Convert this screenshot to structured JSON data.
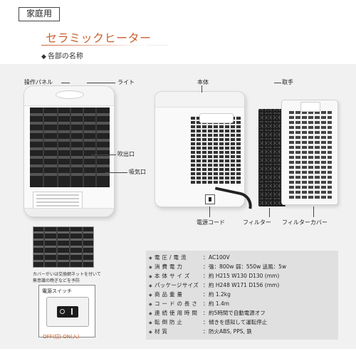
{
  "header": {
    "tag": "家庭用",
    "title": "セラミックヒーター",
    "section": "各部の名称",
    "section_marker": "◆"
  },
  "parts": {
    "control_panel": "操作パネル",
    "light": "ライト",
    "outlet": "吹出口",
    "intake": "吸気口",
    "body": "本体",
    "handle": "取手",
    "power_cord": "電源コード",
    "filter": "フィルター",
    "filter_cover": "フィルターカバー"
  },
  "insets": {
    "cover_note": "カバーがいは交換網ネットを付いて無意識の晩ぎなどを予防",
    "power_switch_title": "電源スイッチ",
    "off_on": "OFF(切) ON(入)"
  },
  "specs": [
    {
      "key": "電 圧 / 電 流",
      "value": "AC100V"
    },
    {
      "key": "消 費 電 力",
      "value": "強：800w 弱：550w 送風：5w"
    },
    {
      "key": "本 体 サ イ ズ",
      "value": "約 H215 W130 D130 (mm)"
    },
    {
      "key": "パッケージサイズ",
      "value": "約 H248 W171 D156 (mm)"
    },
    {
      "key": "商 品 重 量",
      "value": "約 1.2kg"
    },
    {
      "key": "コ ー ド の 長 さ",
      "value": "約 1.4m"
    },
    {
      "key": "連 続 使 用 時 間",
      "value": "約5時間で自動電源オフ"
    },
    {
      "key": "転 倒 防 止",
      "value": "傾きを感知して運転停止"
    },
    {
      "key": "材 質",
      "value": "防火ABS, PPS, 鉄"
    }
  ],
  "spec_bullet": "◆",
  "spec_colon": "："
}
